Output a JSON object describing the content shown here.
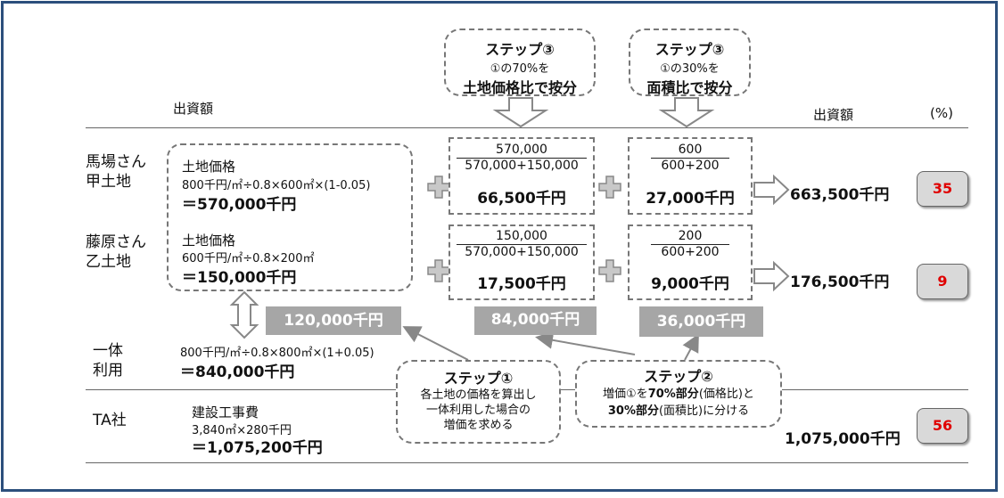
{
  "headers": {
    "shusshigaku_left": "出資額",
    "shusshigaku_right": "出資額",
    "percent": "(%)"
  },
  "steps": {
    "step3a": {
      "title": "ステップ③",
      "line1": "①の70%を",
      "line2": "土地価格比で按分"
    },
    "step3b": {
      "title": "ステップ③",
      "line1": "①の30%を",
      "line2": "面積比で按分"
    },
    "step1": {
      "title": "ステップ①",
      "line1": "各土地の価格を算出し",
      "line2": "一体利用した場合の",
      "line3": "増価を求める"
    },
    "step2": {
      "title": "ステップ②",
      "line1_a": "増価①を",
      "line1_b": "70%部分",
      "line1_c": "(価格比)と",
      "line2_a": "30%部分",
      "line2_b": "(面積比)に分ける"
    }
  },
  "baba": {
    "name1": "馬場さん",
    "name2": "甲土地",
    "land_label": "土地価格",
    "formula": "800千円/㎡÷0.8×600㎡×(1-0.05)",
    "value": "＝570,000千円",
    "price_num": "570,000",
    "price_den": "570,000+150,000",
    "price_result": "66,500千円",
    "area_num": "600",
    "area_den": "600+200",
    "area_result": "27,000千円",
    "total": "663,500千円",
    "percent": "35"
  },
  "fujiwara": {
    "name1": "藤原さん",
    "name2": "乙土地",
    "land_label": "土地価格",
    "formula": "600千円/㎡÷0.8×200㎡",
    "value": "＝150,000千円",
    "price_num": "150,000",
    "price_den": "570,000+150,000",
    "price_result": "17,500千円",
    "area_num": "200",
    "area_den": "600+200",
    "area_result": "9,000千円",
    "total": "176,500千円",
    "percent": "9"
  },
  "ittai": {
    "name1": "一体",
    "name2": "利用",
    "formula": "800千円/㎡÷0.8×800㎡×(1+0.05)",
    "value": "＝840,000千円"
  },
  "increase": {
    "total": "120,000千円",
    "part70": "84,000千円",
    "part30": "36,000千円"
  },
  "ta": {
    "name": "TA社",
    "label": "建設工事費",
    "formula": "3,840㎡×280千円",
    "value": "＝1,075,200千円",
    "total": "1,075,000千円",
    "percent": "56"
  }
}
